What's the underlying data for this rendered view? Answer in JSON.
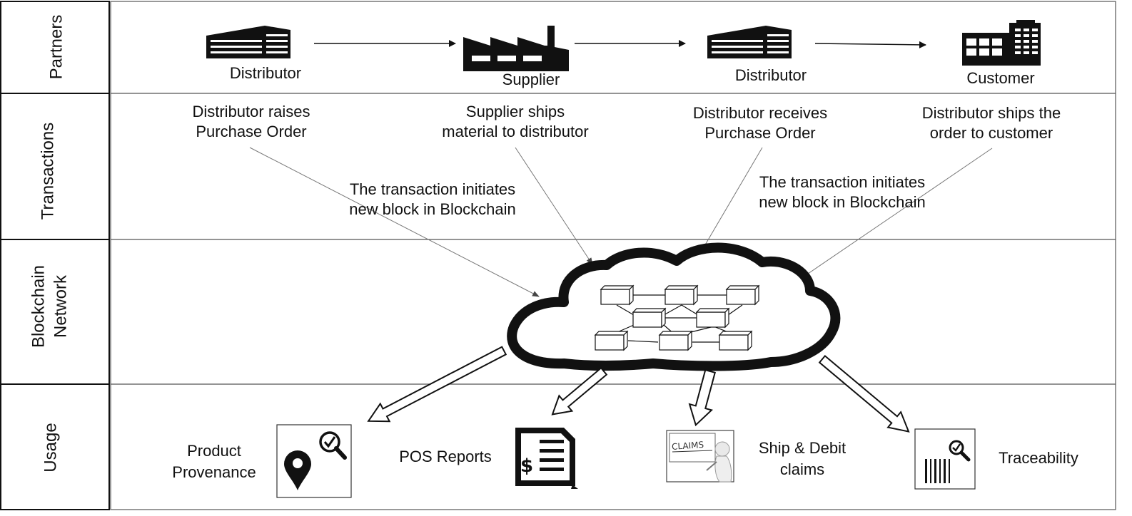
{
  "rows": {
    "partners": "Partners",
    "transactions": "Transactions",
    "blockchain_line1": "Blockchain",
    "blockchain_line2": "Network",
    "usage": "Usage"
  },
  "partners": [
    {
      "label": "Distributor",
      "icon": "office-building-icon"
    },
    {
      "label": "Supplier",
      "icon": "factory-icon"
    },
    {
      "label": "Distributor",
      "icon": "office-building-icon"
    },
    {
      "label": "Customer",
      "icon": "city-buildings-icon"
    }
  ],
  "transactions": [
    {
      "line1": "Distributor raises",
      "line2": "Purchase Order"
    },
    {
      "line1": "Supplier ships",
      "line2": "material to distributor"
    },
    {
      "line1": "Distributor receives",
      "line2": "Purchase Order"
    },
    {
      "line1": "Distributor ships the",
      "line2": "order to customer"
    }
  ],
  "notes": [
    {
      "line1": "The transaction initiates",
      "line2": "new block in Blockchain"
    },
    {
      "line1": "The transaction initiates",
      "line2": "new block in Blockchain"
    }
  ],
  "usage": [
    {
      "line1": "Product",
      "line2": "Provenance",
      "icon": "location-search-icon"
    },
    {
      "line1": "POS Reports",
      "icon": "invoice-dollar-icon"
    },
    {
      "line1": "Ship & Debit",
      "line2": "claims",
      "icon": "claims-board-icon",
      "icon_text": "CLAIMS"
    },
    {
      "line1": "Traceability",
      "icon": "barcode-search-icon"
    }
  ]
}
